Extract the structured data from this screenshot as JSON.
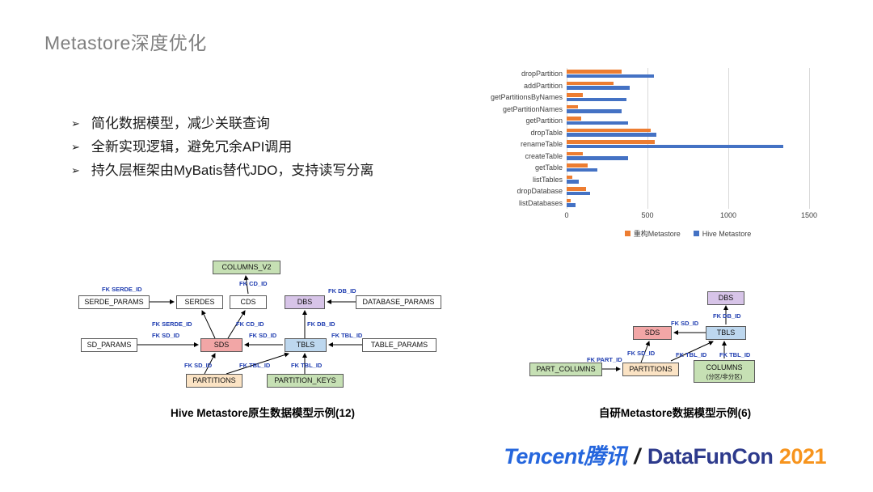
{
  "page": {
    "title": "Metastore深度优化"
  },
  "bullets_marker": "➢",
  "bullets": [
    "简化数据模型，减少关联查询",
    "全新实现逻辑，避免冗余API调用",
    "持久层框架由MyBatis替代JDO，支持读写分离"
  ],
  "chart_data": {
    "type": "bar",
    "orientation": "horizontal",
    "title": "",
    "categories": [
      "dropPartition",
      "addPartition",
      "getPartitionsByNames",
      "getPartitionNames",
      "getPartition",
      "dropTable",
      "renameTable",
      "createTable",
      "getTable",
      "listTables",
      "dropDatabase",
      "listDatabases"
    ],
    "series": [
      {
        "name": "重构Metastore",
        "color": "#ED7D31",
        "values": [
          340,
          290,
          100,
          70,
          90,
          520,
          545,
          100,
          130,
          35,
          120,
          25
        ]
      },
      {
        "name": "Hive Metastore",
        "color": "#4472C4",
        "values": [
          540,
          390,
          370,
          340,
          380,
          555,
          1340,
          380,
          190,
          75,
          145,
          55
        ]
      }
    ],
    "xlim": [
      0,
      1500
    ],
    "xticks": [
      0,
      500,
      1000,
      1500
    ],
    "grid": true,
    "legend_position": "bottom"
  },
  "diagram_left": {
    "caption": "Hive Metastore原生数据模型示例(12)",
    "nodes": {
      "columns_v2": "COLUMNS_V2",
      "serde_params": "SERDE_PARAMS",
      "serdes": "SERDES",
      "cds": "CDS",
      "dbs": "DBS",
      "database_params": "DATABASE_PARAMS",
      "sd_params": "SD_PARAMS",
      "sds": "SDS",
      "tbls": "TBLS",
      "table_params": "TABLE_PARAMS",
      "partitions": "PARTITIONS",
      "partition_keys": "PARTITION_KEYS"
    },
    "fk": {
      "serde_params_serdes": "FK SERDE_ID",
      "columns_v2_cds": "FK CD_ID",
      "database_params_dbs": "FK DB_ID",
      "sds_serdes": "FK SERDE_ID",
      "sds_cds": "FK CD_ID",
      "tbls_dbs": "FK DB_ID",
      "sd_params_sds": "FK SD_ID",
      "tbls_sds": "FK SD_ID",
      "table_params_tbls": "FK TBL_ID",
      "partitions_sds": "FK SD_ID",
      "partitions_tbls": "FK TBL_ID",
      "partition_keys_tbls": "FK TBL_ID"
    }
  },
  "diagram_right": {
    "caption": "自研Metastore数据模型示例(6)",
    "nodes": {
      "dbs": "DBS",
      "sds": "SDS",
      "tbls": "TBLS",
      "part_columns": "PART_COLUMNS",
      "partitions": "PARTITIONS",
      "columns_line1": "COLUMNS",
      "columns_line2": "(分区/非分区)"
    },
    "fk": {
      "tbls_dbs": "FK DB_ID",
      "tbls_sds": "FK SD_ID",
      "part_columns_partitions": "FK PART_ID",
      "partitions_sds": "FK SD_ID",
      "partitions_tbls": "FK TBL_ID",
      "columns_tbls": "FK TBL_ID"
    }
  },
  "footer": {
    "tencent_en": "Tencent",
    "tencent_cn": "腾讯",
    "slash": "/",
    "datafun": "DataFunCon",
    "year": "2021"
  },
  "colors": {
    "title_gray": "#7f7f7f",
    "bar_orange": "#ED7D31",
    "bar_blue": "#4472C4",
    "tencent_blue": "#2566dd",
    "datafun_navy": "#2d3a8c",
    "year_orange": "#f7941d"
  }
}
